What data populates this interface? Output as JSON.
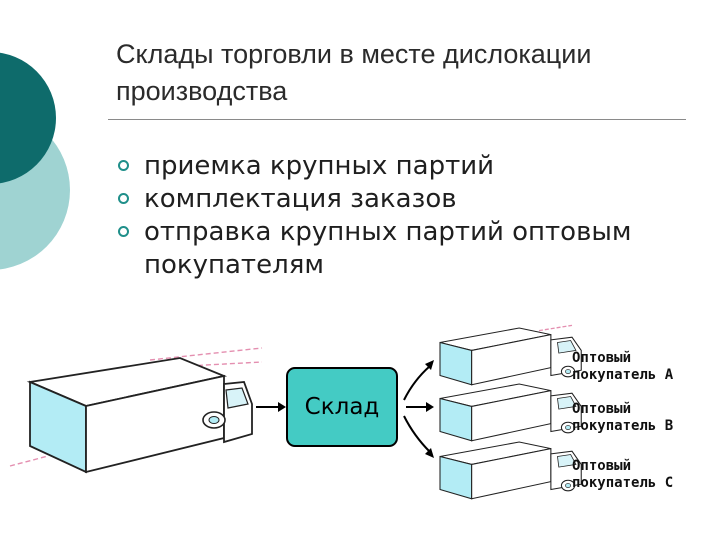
{
  "slide": {
    "title": "Склады торговли в месте дислокации производства",
    "bullets": [
      "приемка крупных партий",
      "комплектация заказов",
      "отправка крупных партий оптовым покупателям"
    ]
  },
  "diagram": {
    "center_label": "Склад",
    "buyers": [
      "Оптовый\nпокупатель А",
      "Оптовый\nпокупатель В",
      "Оптовый\nпокупатель С"
    ],
    "colors": {
      "accent_dark": "#0e6b6b",
      "accent_light": "#9fd3d2",
      "warehouse": "#44cbc4",
      "truck_side": "#b3ecf5",
      "motion_lines": "#e48fb0"
    }
  }
}
